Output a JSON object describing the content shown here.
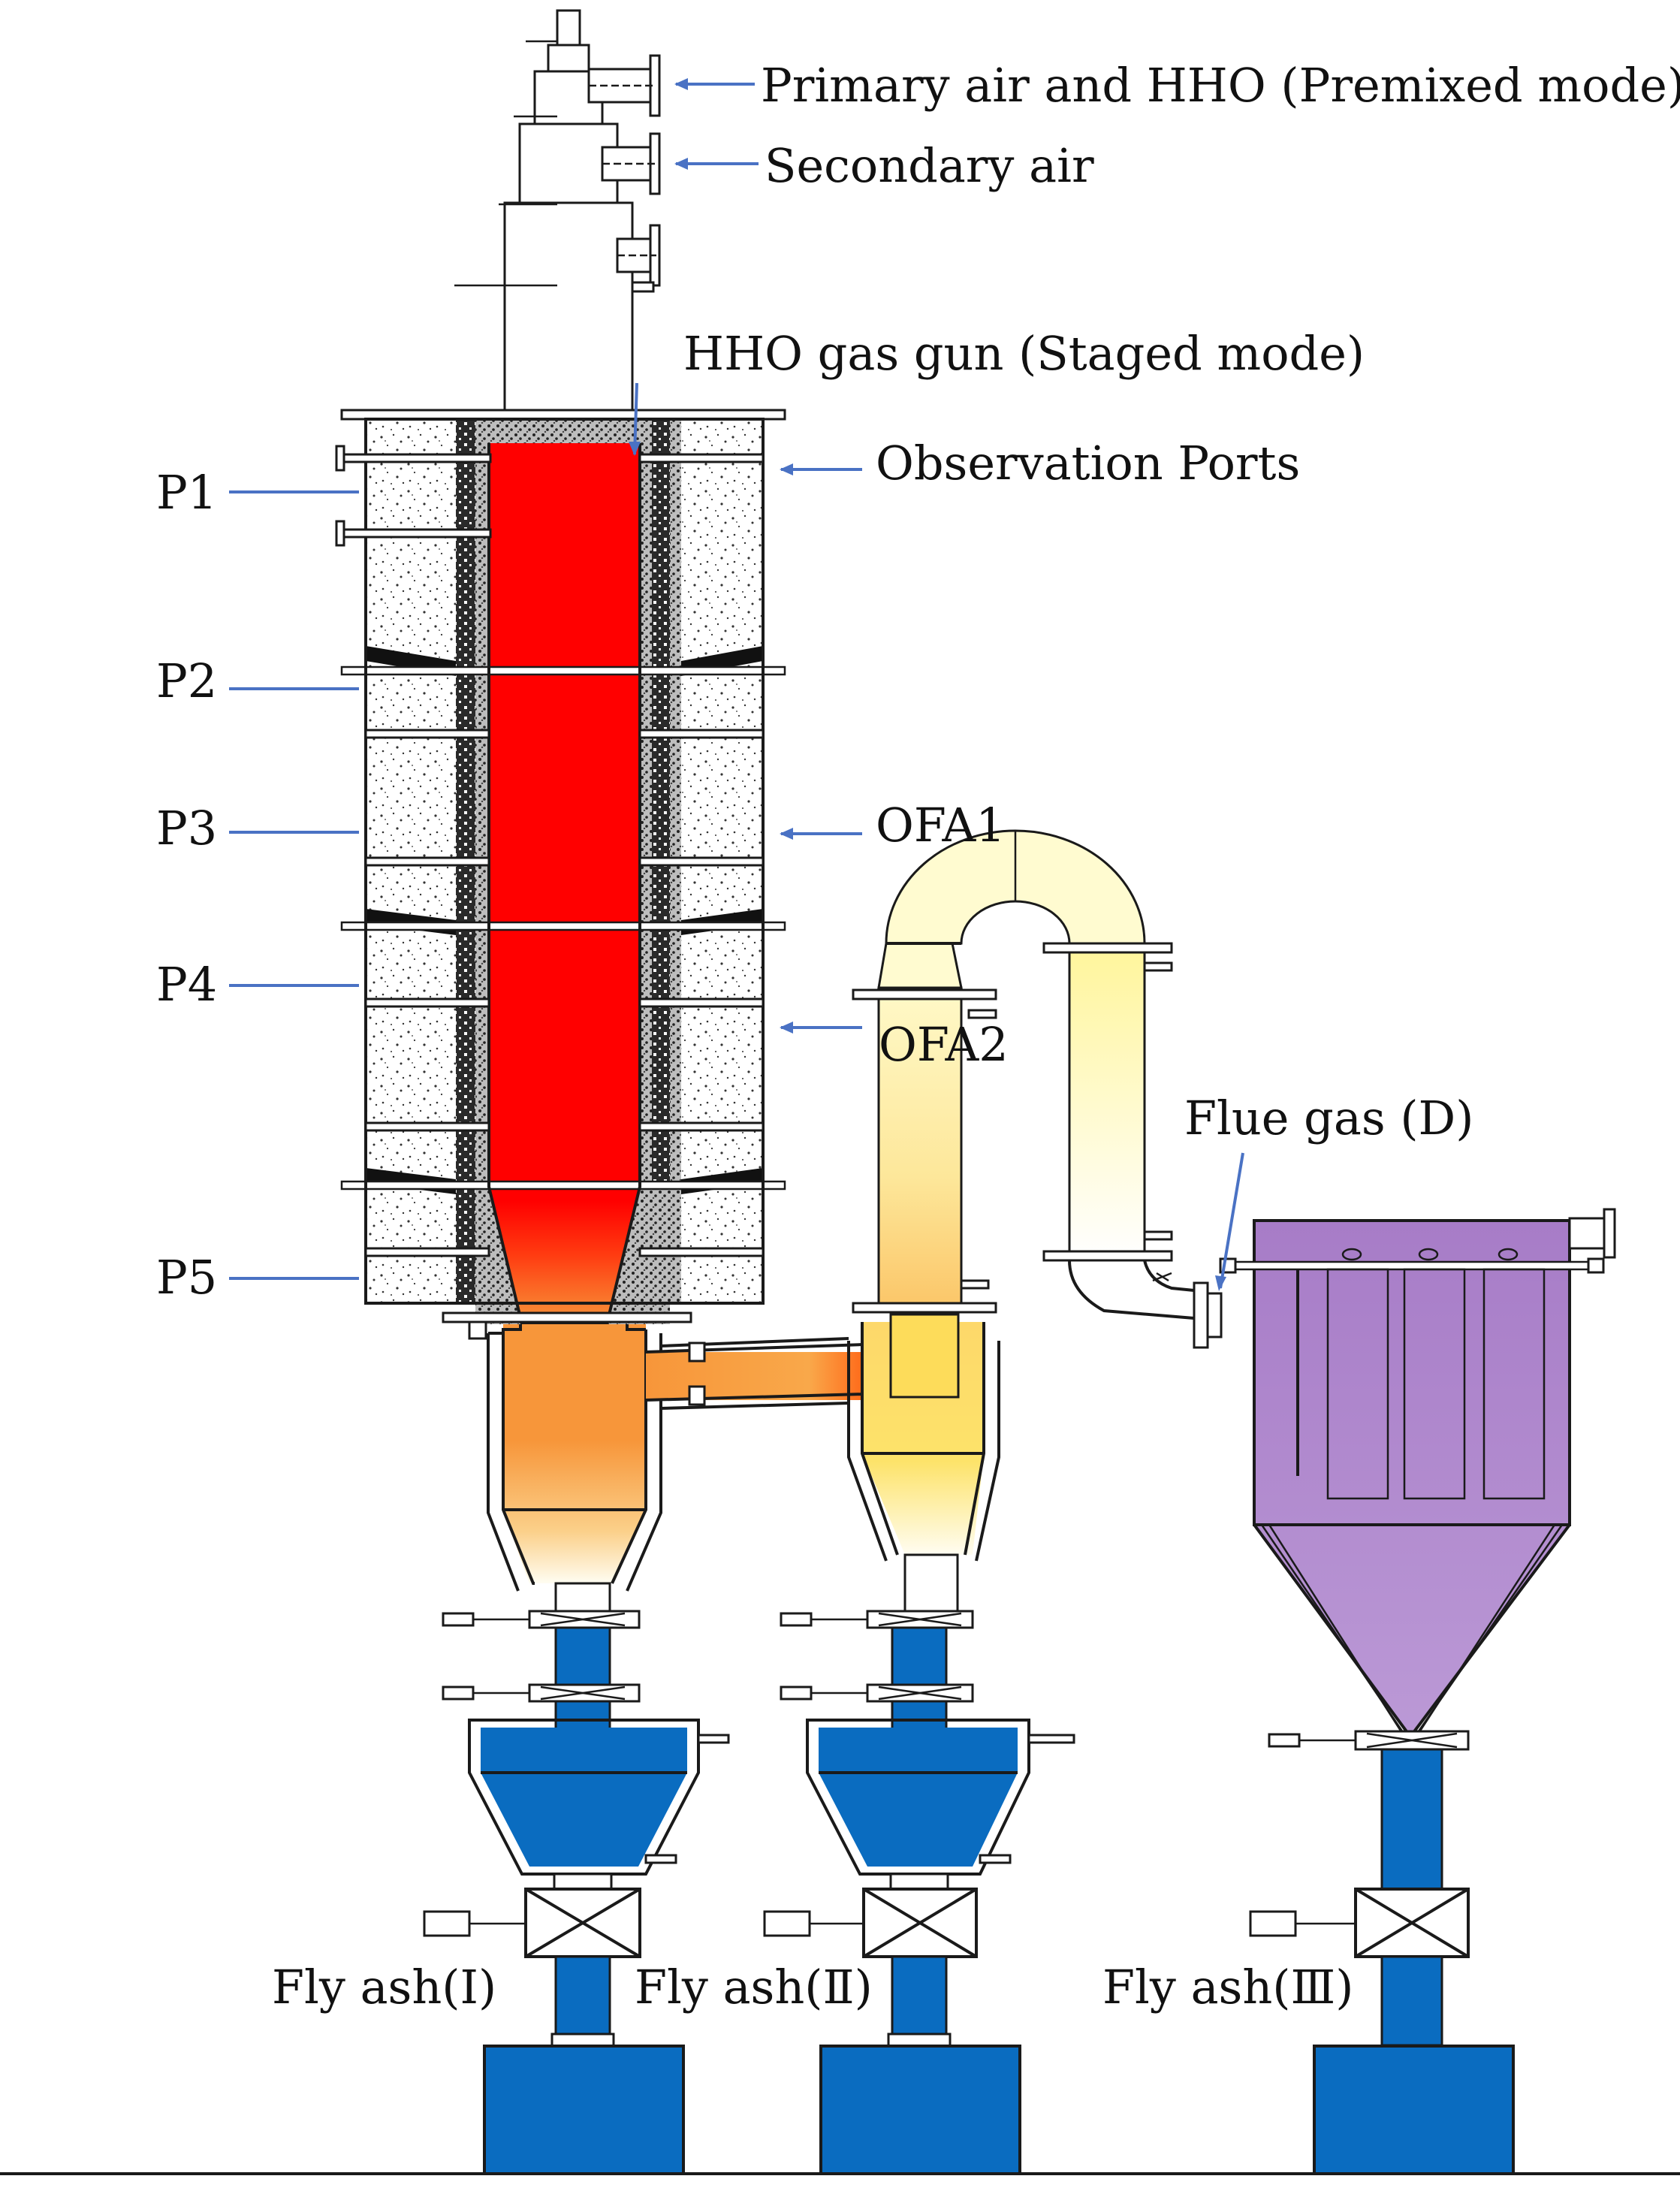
{
  "labels": {
    "primary_air": "Primary air and HHO (Premixed mode)",
    "secondary_air": "Secondary air",
    "hho_gun": "HHO gas gun (Staged mode)",
    "observation_ports": "Observation Ports",
    "p1": "P1",
    "p2": "P2",
    "p3": "P3",
    "p4": "P4",
    "p5": "P5",
    "ofa1": "OFA1",
    "ofa2": "OFA2",
    "flue_gas": "Flue gas (D)",
    "fly_ash_1": "Fly ash(Ⅰ)",
    "fly_ash_2": "Fly ash(Ⅱ)",
    "fly_ash_3": "Fly ash(Ⅲ)"
  },
  "colors": {
    "flame": "#ff0000",
    "hot_gas": "#f7963a",
    "warm_gas": "#fde36a",
    "cool_duct": "#fffbd0",
    "baghouse": "#b38fcf",
    "ash_blue": "#0a6cc0",
    "arrow": "#4a72c4",
    "refractory": "#e9e9e9"
  }
}
